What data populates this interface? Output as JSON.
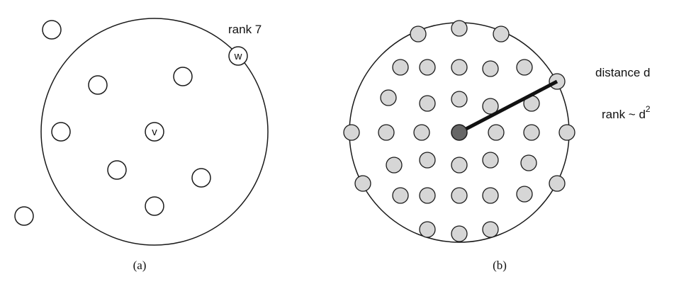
{
  "panel_a": {
    "caption": "(a)",
    "rank_label": "rank 7",
    "node_v": "v",
    "node_w": "w"
  },
  "panel_b": {
    "caption": "(b)",
    "distance_label": "distance d",
    "rank_label_base": "rank ~ d",
    "rank_label_exp": "2"
  },
  "colors": {
    "stroke": "#1a1a1a",
    "node_fill_b": "#d6d6d6",
    "center_fill_b": "#666666",
    "node_fill_a": "#ffffff"
  }
}
